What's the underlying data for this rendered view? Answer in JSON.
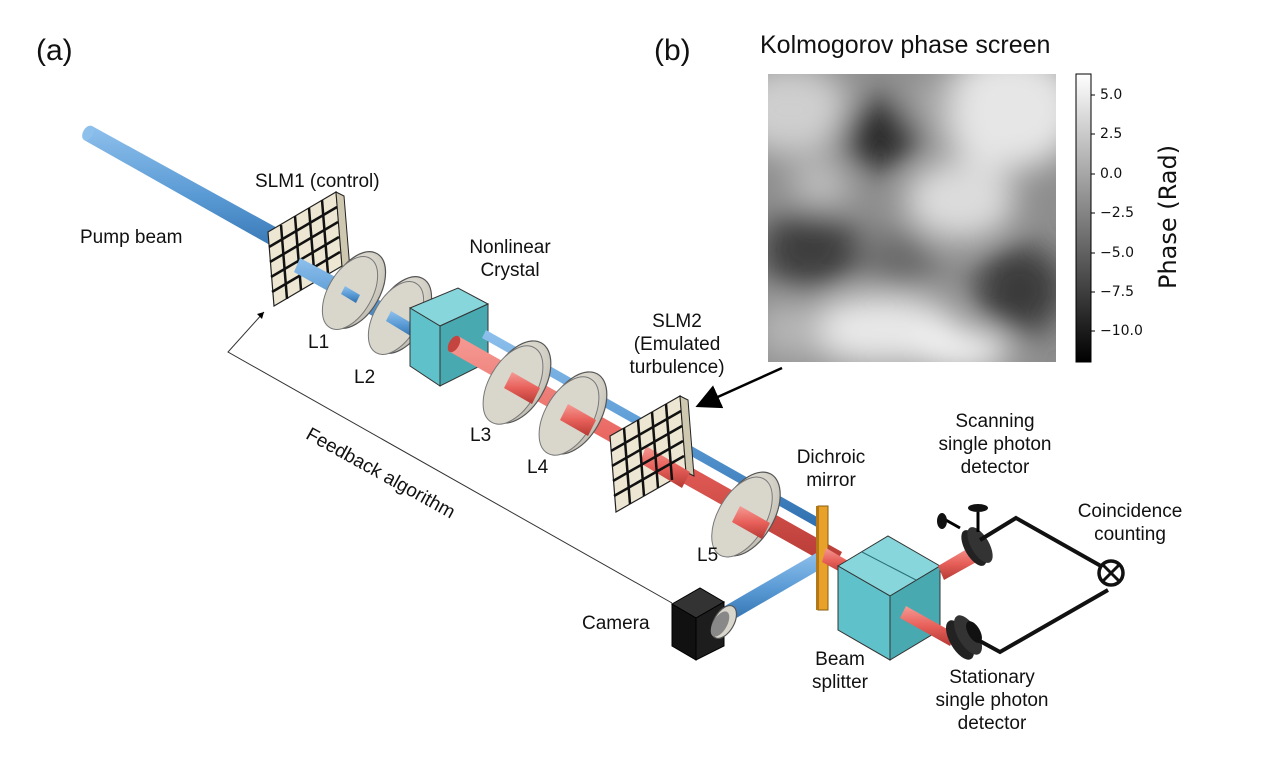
{
  "panel_a_label": "(a)",
  "panel_b_label": "(b)",
  "phase_screen": {
    "title": "Kolmogorov phase screen",
    "colorbar_label": "Phase (Rad)",
    "colorbar_ticks": [
      "5.0",
      "2.5",
      "0.0",
      "−2.5",
      "−5.0",
      "−7.5",
      "−10.0"
    ]
  },
  "labels": {
    "pump_beam": "Pump beam",
    "slm1": "SLM1 (control)",
    "nonlinear_crystal": [
      "Nonlinear",
      "Crystal"
    ],
    "slm2": [
      "SLM2",
      "(Emulated",
      "turbulence)"
    ],
    "l1": "L1",
    "l2": "L2",
    "l3": "L3",
    "l4": "L4",
    "l5": "L5",
    "feedback": "Feedback algorithm",
    "dichroic": [
      "Dichroic",
      "mirror"
    ],
    "scanning": [
      "Scanning",
      "single photon",
      "detector"
    ],
    "coincidence": [
      "Coincidence",
      "counting"
    ],
    "camera": "Camera",
    "beam_splitter": [
      "Beam",
      "splitter"
    ],
    "stationary": [
      "Stationary",
      "single photon",
      "detector"
    ]
  },
  "colors": {
    "blue_beam": "#5b9bd5",
    "red_beam": "#e8605a",
    "cube": "#5fc1c9",
    "lens": "#d9d6cc",
    "slm": "#ece6d2",
    "mirror": "#e8a22a"
  }
}
